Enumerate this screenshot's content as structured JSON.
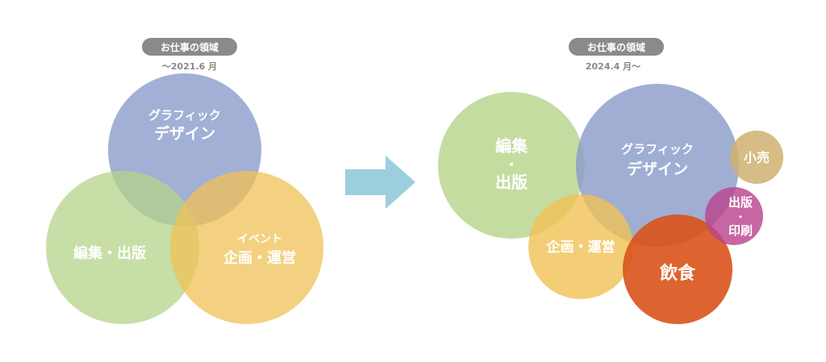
{
  "before": {
    "badge": "お仕事の領域",
    "period": "～2021.6 月",
    "circles": {
      "graphic_line1": "グラフィック",
      "graphic_line2": "デザイン",
      "editing": "編集・出版",
      "event_line1": "イベント",
      "event_line2": "企画・運営"
    }
  },
  "after": {
    "badge": "お仕事の領域",
    "period": "2024.4 月～",
    "circles": {
      "editing_line1": "編集",
      "editing_line2": "・",
      "editing_line3": "出版",
      "graphic_line1": "グラフィック",
      "graphic_line2": "デザイン",
      "retail": "小売",
      "printing_line1": "出版",
      "printing_line2": "・",
      "printing_line3": "印刷",
      "planning": "企画・運営",
      "food": "飲食"
    }
  },
  "colors": {
    "blue": "#8b9ccb",
    "green": "#b6d389",
    "yellow": "#f0c255",
    "orange": "#d9531a",
    "magenta": "#b9458f",
    "tan": "#cfb070",
    "arrow": "#9ccfde"
  }
}
